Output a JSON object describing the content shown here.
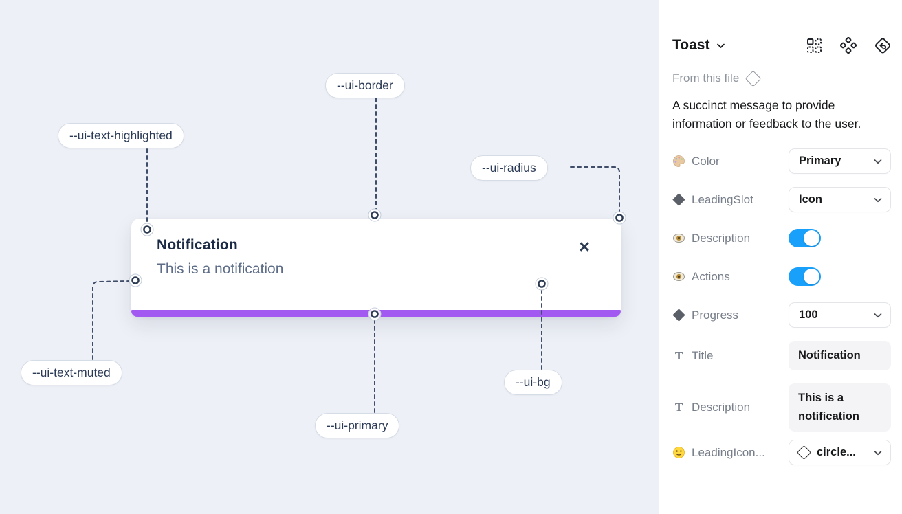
{
  "canvas": {
    "toast": {
      "title": "Notification",
      "description": "This is a notification",
      "close_icon": "×"
    },
    "pills": [
      {
        "label": "--ui-border"
      },
      {
        "label": "--ui-text-highlighted"
      },
      {
        "label": "--ui-radius"
      },
      {
        "label": "--ui-text-muted"
      },
      {
        "label": "--ui-primary"
      },
      {
        "label": "--ui-bg"
      }
    ]
  },
  "panel": {
    "title": "Toast",
    "source": "From this file",
    "description": "A succinct message to provide information or feedback to the user.",
    "header_icons": [
      "grid-dashed-icon",
      "variants-diamonds-icon",
      "back-arrow-diamond-icon"
    ],
    "rows": [
      {
        "label": "Color",
        "type": "select",
        "value": "Primary"
      },
      {
        "label": "LeadingSlot",
        "type": "select",
        "value": "Icon"
      },
      {
        "label": "Description",
        "type": "toggle",
        "value": "on"
      },
      {
        "label": "Actions",
        "type": "toggle",
        "value": "on"
      },
      {
        "label": "Progress",
        "type": "select",
        "value": "100"
      },
      {
        "label": "Title",
        "type": "text",
        "value": "Notification"
      },
      {
        "label": "Description",
        "type": "text",
        "value": "This is a notification"
      },
      {
        "label": "LeadingIcon...",
        "type": "select",
        "value": "circle..."
      }
    ]
  },
  "colors": {
    "primary_bar": "#a259f2",
    "toggle_on": "#18a0fb",
    "canvas_bg": "#edf0f6",
    "dashed_line": "#3f4d68",
    "title_text": "#1c2b45",
    "muted_text": "#5d6d87"
  }
}
